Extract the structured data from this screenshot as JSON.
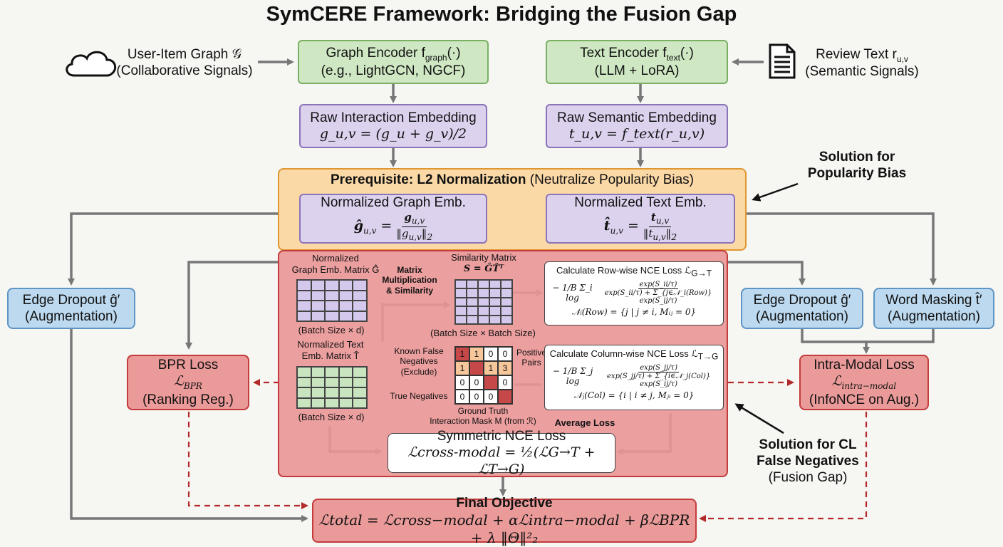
{
  "title": "SymCERE Framework: Bridging the Fusion Gap",
  "inputs": {
    "graph_line1": "User-Item Graph 𝒢",
    "graph_line2": "(Collaborative Signals)",
    "review_line1": "Review Text r",
    "review_sub": "u,v",
    "review_line2": "(Semantic Signals)"
  },
  "encoders": {
    "graph_title": "Graph Encoder f",
    "graph_sub": "graph",
    "graph_paren": "(·)",
    "graph_examples": "(e.g., LightGCN, NGCF)",
    "text_title": "Text Encoder f",
    "text_sub": "text",
    "text_paren": "(·)",
    "text_examples": "(LLM + LoRA)"
  },
  "raw": {
    "interaction_title": "Raw Interaction Embedding",
    "interaction_formula": "g_u,v = (g_u + g_v)/2",
    "semantic_title": "Raw Semantic Embedding",
    "semantic_formula": "t_u,v = f_text(r_u,v)"
  },
  "normalization": {
    "title_bold": "Prerequisite: L2 Normalization",
    "title_rest": " (Neutralize Popularity Bias)",
    "graph_title": "Normalized Graph Emb.",
    "text_title": "Normalized Text Emb.",
    "graph_lhs": "ĝ",
    "graph_lhs_sub": "u,v",
    "graph_num": "g",
    "graph_den": "‖g",
    "text_lhs": "t̂",
    "text_num": "t",
    "text_den": "‖t"
  },
  "annotations": {
    "popularity": "Solution for\nPopularity Bias",
    "cl_bold": "Solution for CL\nFalse Negatives",
    "cl_rest": "(Fusion Gap)"
  },
  "augment": {
    "edge_left_1": "Edge Dropout ĝ′",
    "edge_left_2": "(Augmentation)",
    "edge_right_1": "Edge Dropout ĝ′",
    "edge_right_2": "(Augmentation)",
    "word_1": "Word Masking t̂′",
    "word_2": "(Augmentation)"
  },
  "losses": {
    "bpr_title": "BPR Loss",
    "bpr_symbol": "ℒ",
    "bpr_sub": "BPR",
    "bpr_note": "(Ranking Reg.)",
    "intra_title": "Intra-Modal Loss",
    "intra_symbol": "ℒ",
    "intra_sub": "intra−modal",
    "intra_note": "(InfoNCE on Aug.)"
  },
  "core": {
    "norm_graph_label": "Normalized\nGraph Emb. Matrix Ĝ",
    "norm_graph_size": "(Batch Size × d)",
    "norm_text_label": "Normalized Text\nEmb. Matrix T̂",
    "norm_text_size": "(Batch Size × d)",
    "matmul": "Matrix\nMultiplication\n& Similarity",
    "sim_label": "Similarity Matrix",
    "sim_formula": "S = ĜT̂ᵀ",
    "sim_size": "(Batch Size × Batch Size)",
    "known_false": "Known False\nNegatives\n(Exclude)",
    "positive_pairs": "Positive\nPairs",
    "true_negatives": "True Negatives",
    "ground_truth": "Ground Truth\nInteraction Mask M (from ℛ)",
    "average_loss": "Average Loss",
    "mask_values": [
      "1",
      "1",
      "0",
      "0",
      "1",
      "",
      "1",
      "3",
      "0",
      "0",
      "",
      "0",
      "0",
      "0",
      "0",
      ""
    ],
    "row_title": "Calculate Row-wise NCE Loss ℒ",
    "row_sub": "G→T",
    "row_frac_num": "exp(S_ii/τ)",
    "row_frac_den": "exp(S_ii/τ) + Σ_{j∈𝒩_i(Row)} exp(S_ij/τ)",
    "row_prefix": "− 1/B Σ_i log",
    "row_set": "𝒩ᵢ(Row) = {j | j ≠ i, Mᵢⱼ = 0}",
    "col_title": "Calculate Column-wise NCE Loss ℒ",
    "col_sub": "T→G",
    "col_frac_num": "exp(S_jj/τ)",
    "col_frac_den": "exp(S_jj/τ) + Σ_{i∈𝒩_j(Col)} exp(S_ij/τ)",
    "col_prefix": "− 1/B Σ_j log",
    "col_set": "𝒩ⱼ(Col) = {i | i ≠ j, Mⱼᵢ = 0}",
    "sym_title": "Symmetric NCE Loss",
    "sym_formula": "ℒcross-modal = ½(ℒG→T + ℒT→G)"
  },
  "final": {
    "title": "Final Objective",
    "formula": "ℒtotal = ℒcross−modal + αℒintra−modal + βℒBPR + λ ‖Θ‖²₂"
  },
  "colors": {
    "green": "#cfe8c3",
    "purple": "#dcd2ee",
    "blue": "#bcd9ef",
    "red": "#eb9a9a",
    "orange": "#fbd9a7",
    "arrow": "#777777",
    "dashed": "#b22a2a"
  }
}
